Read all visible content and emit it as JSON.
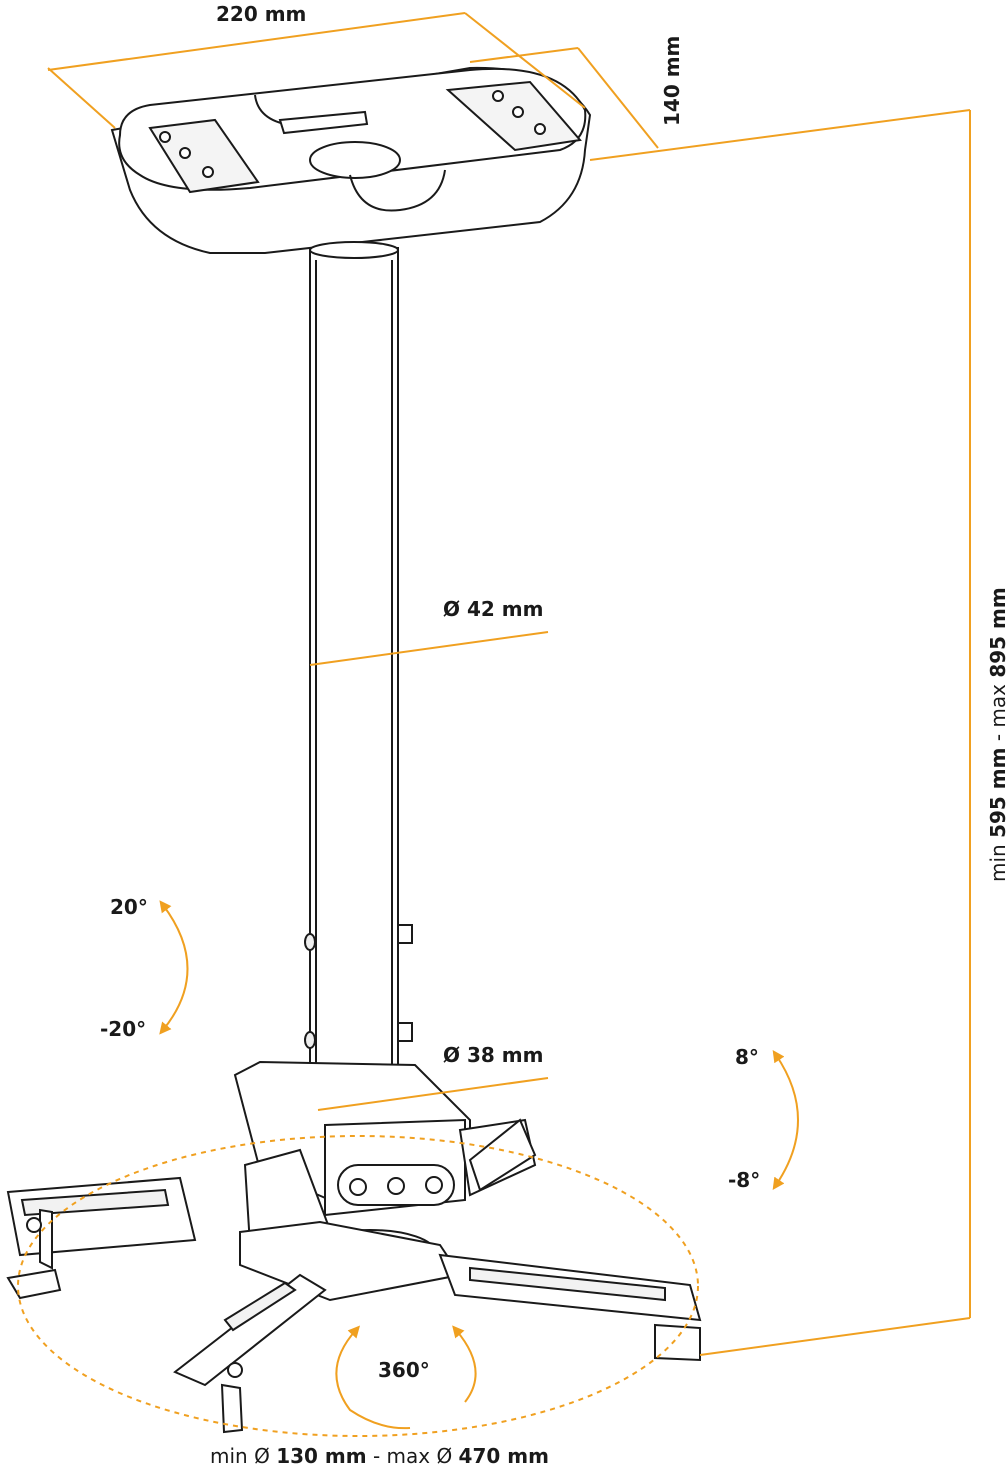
{
  "accent_color": "#f0a020",
  "line_color": "#1a1a1a",
  "dimensions": {
    "plate_width": "220 mm",
    "plate_depth": "140 mm",
    "pole_upper_diameter": "Ø 42 mm",
    "pole_lower_diameter": "Ø 38 mm",
    "height_prefix_min": "min",
    "height_min_value": "595 mm",
    "height_separator": "- max",
    "height_max_value": "895 mm",
    "span_prefix_min": "min Ø",
    "span_min_value": "130 mm",
    "span_separator": "- max Ø",
    "span_max_value": "470 mm"
  },
  "angles": {
    "tilt_up": "20°",
    "tilt_down": "-20°",
    "roll_up": "8°",
    "roll_down": "-8°",
    "swivel": "360°"
  }
}
